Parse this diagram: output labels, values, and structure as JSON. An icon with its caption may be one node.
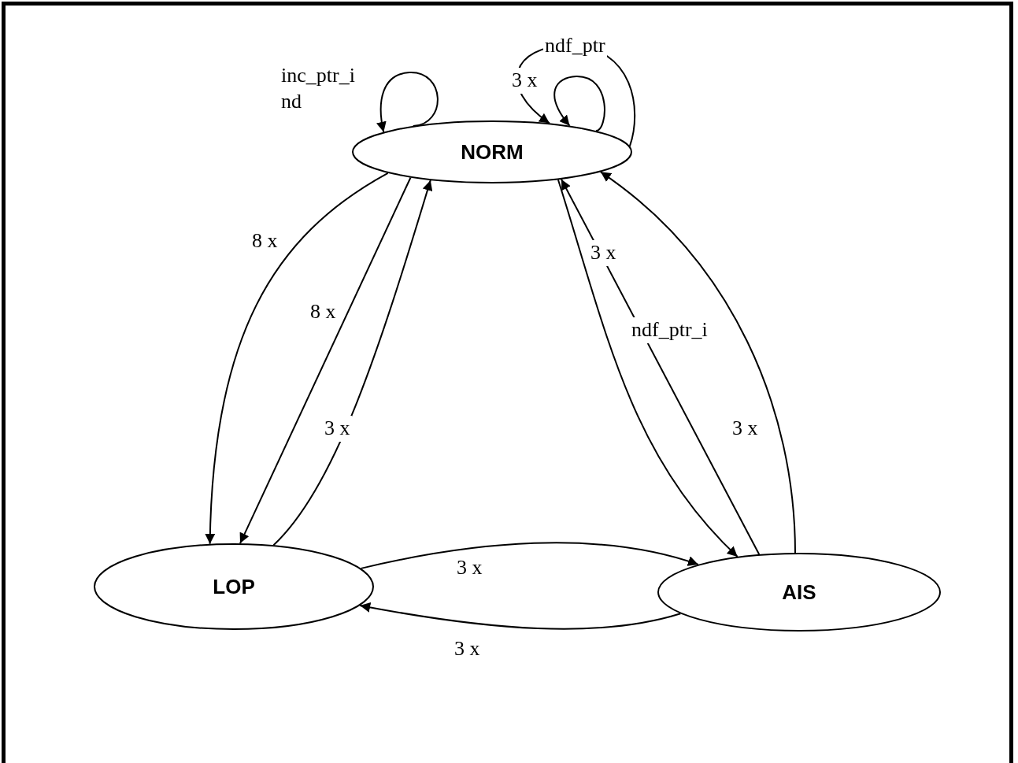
{
  "diagram": {
    "nodes": [
      {
        "text": [
          "NORM"
        ]
      },
      {
        "text": [
          "LOP"
        ]
      },
      {
        "text": [
          "AIS"
        ]
      }
    ],
    "edges": [
      {
        "from": 0,
        "to": 0,
        "arrow": "to",
        "label": "inc_ptr_i nd"
      },
      {
        "from": 0,
        "to": 0,
        "arrow": "to",
        "label": "ndf_ptr"
      },
      {
        "from": 0,
        "to": 0,
        "arrow": "to",
        "label": "3 x"
      },
      {
        "from": 0,
        "to": 1,
        "arrow": "to",
        "label": "8 x"
      },
      {
        "from": 0,
        "to": 1,
        "arrow": "to",
        "label": "8 x"
      },
      {
        "from": 1,
        "to": 0,
        "arrow": "to",
        "label": "3 x"
      },
      {
        "from": 0,
        "to": 2,
        "arrow": "to",
        "label": "3 x"
      },
      {
        "from": 2,
        "to": 0,
        "arrow": "to",
        "label": "ndf_ptr_i"
      },
      {
        "from": 2,
        "to": 0,
        "arrow": "to",
        "label": "3 x"
      },
      {
        "from": 1,
        "to": 2,
        "arrow": "to",
        "label": "3 x"
      },
      {
        "from": 2,
        "to": 1,
        "arrow": "to",
        "label": "3 x"
      }
    ]
  }
}
